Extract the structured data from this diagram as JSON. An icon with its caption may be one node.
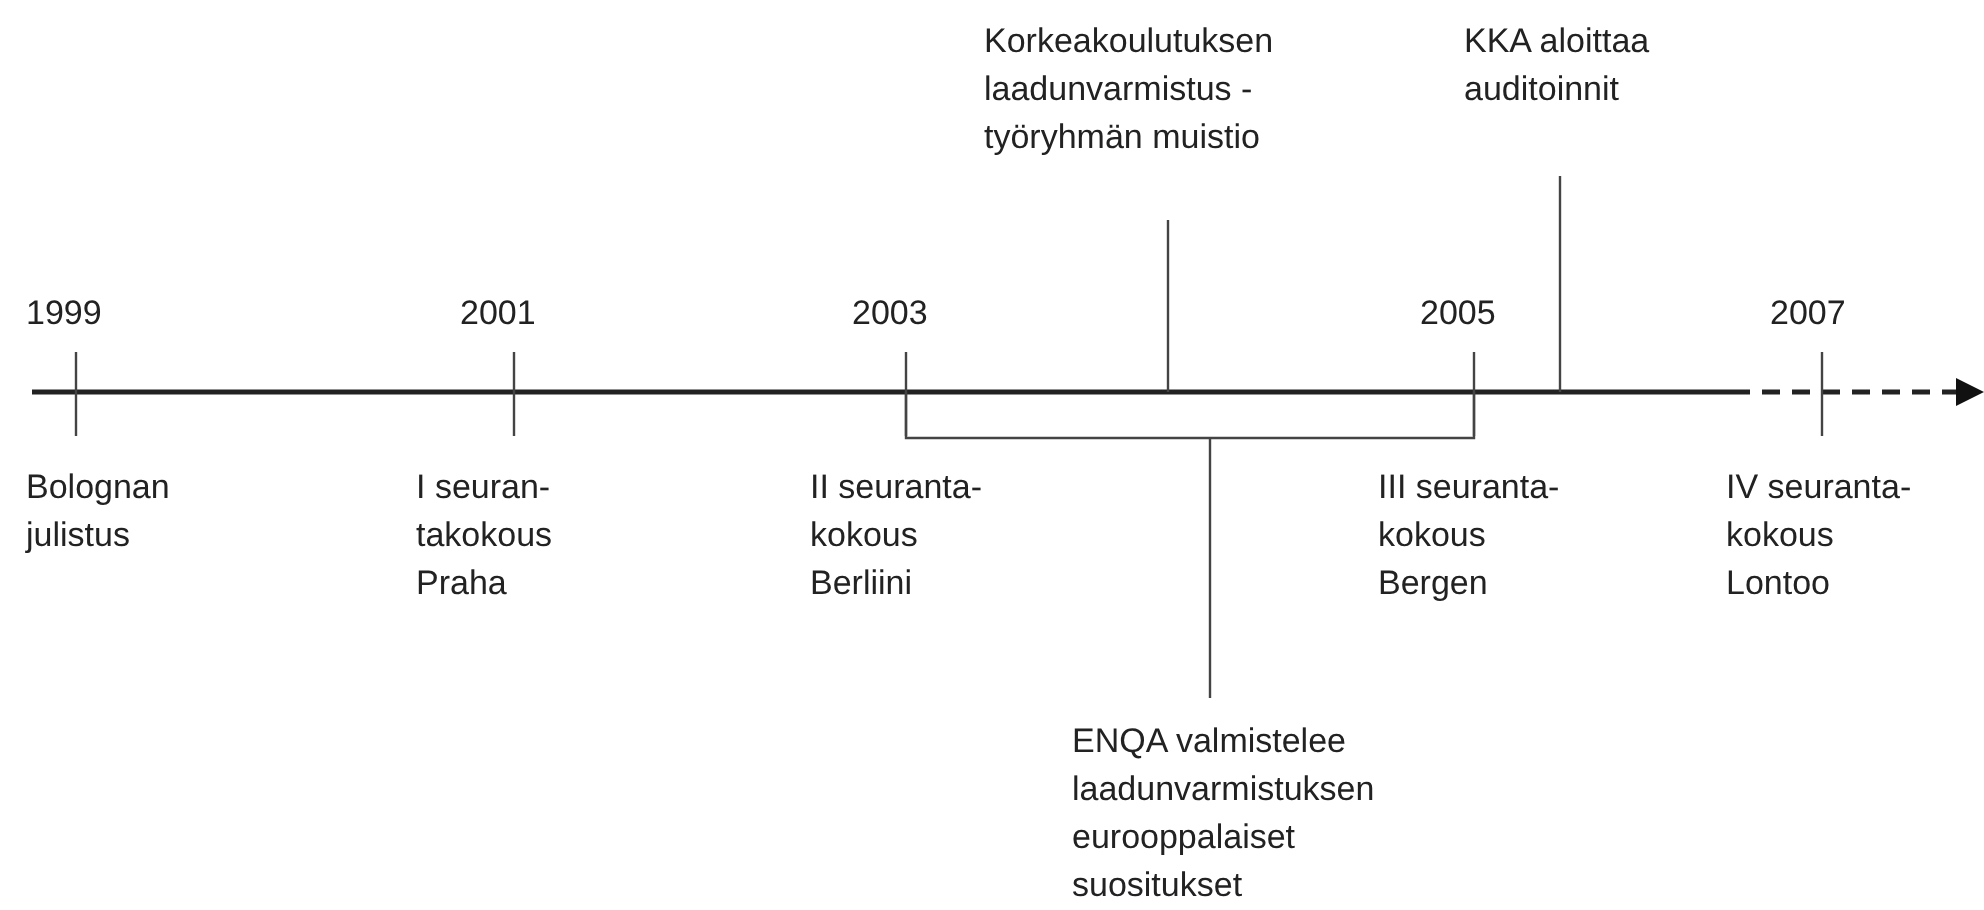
{
  "diagram": {
    "nodes": [
      {
        "text": [
          "Korkeakoulutuksen laadunvarmistus - työryhmän muistio"
        ]
      },
      {
        "text": [
          "KKA aloittaa auditoinnit"
        ]
      },
      {
        "text": [
          "ENQA valmistelee laadunvarmistuksen eurooppalaiset suositukset"
        ]
      },
      {
        "text": [],
        "shape": "line"
      },
      {
        "text": [],
        "shape": "bracket"
      }
    ],
    "edges": [
      {
        "from": 0,
        "to": 3,
        "arrow": "none"
      },
      {
        "from": 1,
        "to": 3,
        "arrow": "none"
      },
      {
        "from": 2,
        "to": 4,
        "arrow": "none"
      }
    ],
    "labels": [
      "1999",
      "2001",
      "2003",
      "2005",
      "2007",
      "Bolognan julistus",
      "I seuran- takokous Praha",
      "II seuranta- kokous Berliini",
      "III seuranta- kokous Bergen",
      "IV seuranta- kokous Lontoo"
    ]
  }
}
